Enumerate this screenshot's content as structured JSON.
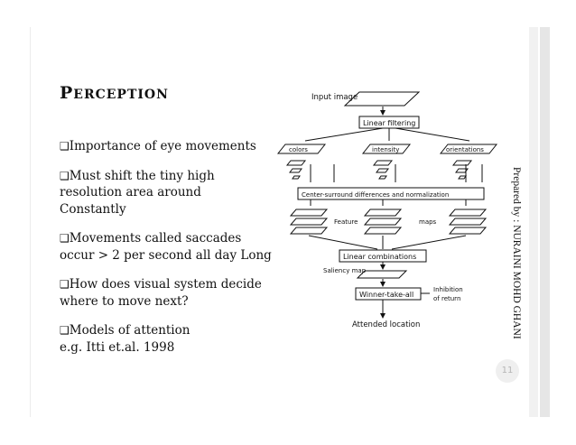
{
  "title": {
    "first_letter": "P",
    "rest": "ERCEPTION"
  },
  "bullets": [
    {
      "marker": "❑",
      "lines": [
        "Importance of eye movements"
      ]
    },
    {
      "marker": "❑",
      "lines": [
        "Must shift the tiny high",
        "resolution area around",
        "Constantly"
      ]
    },
    {
      "marker": "❑",
      "lines": [
        "Movements called saccades",
        "occur > 2 per second all day Long"
      ]
    },
    {
      "marker": "❑",
      "lines": [
        "How does visual system decide",
        "where to move next?"
      ]
    },
    {
      "marker": "❑",
      "lines": [
        "Models of attention",
        "e.g. Itti et.al. 1998"
      ]
    }
  ],
  "diagram": {
    "input_image": "Input image",
    "linear_filtering": "Linear filtering",
    "colors": "colors",
    "intensity": "intensity",
    "orientations": "orientations",
    "center_surround": "Center-surround differences and normalization",
    "feature": "Feature",
    "maps": "maps",
    "linear_combinations": "Linear combinations",
    "saliency_map": "Saliency map",
    "winner_take_all": "Winner-take-all",
    "inhibition": "Inhibition",
    "of_return": "of return",
    "attended_location": "Attended location"
  },
  "side_text": "Prepared by : NURAINI MOHD GHANI",
  "page_number": "11"
}
